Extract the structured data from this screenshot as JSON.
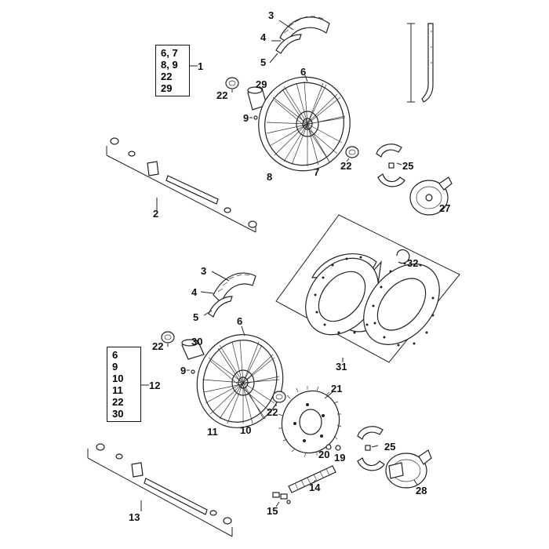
{
  "callouts": {
    "c1": "1",
    "c2": "2",
    "c3a": "3",
    "c4a": "4",
    "c5a": "5",
    "c6a": "6",
    "c7": "7",
    "c8": "8",
    "c9a": "9",
    "c22a": "22",
    "c22b": "22",
    "c25a": "25",
    "c27": "27",
    "c29": "29",
    "c32": "32",
    "c31": "31",
    "c3b": "3",
    "c4b": "4",
    "c5b": "5",
    "c6b": "6",
    "c30": "30",
    "c22c": "22",
    "c9b": "9",
    "c12": "12",
    "c21": "21",
    "c22d": "22",
    "c11": "11",
    "c10": "10",
    "c25b": "25",
    "c20": "20",
    "c19": "19",
    "c14": "14",
    "c28": "28",
    "c13": "13",
    "c15": "15"
  },
  "group_box_1": [
    "6, 7",
    "8, 9",
    "22",
    "29"
  ],
  "group_box_12": [
    "6",
    "9",
    "10",
    "11",
    "22",
    "30"
  ]
}
